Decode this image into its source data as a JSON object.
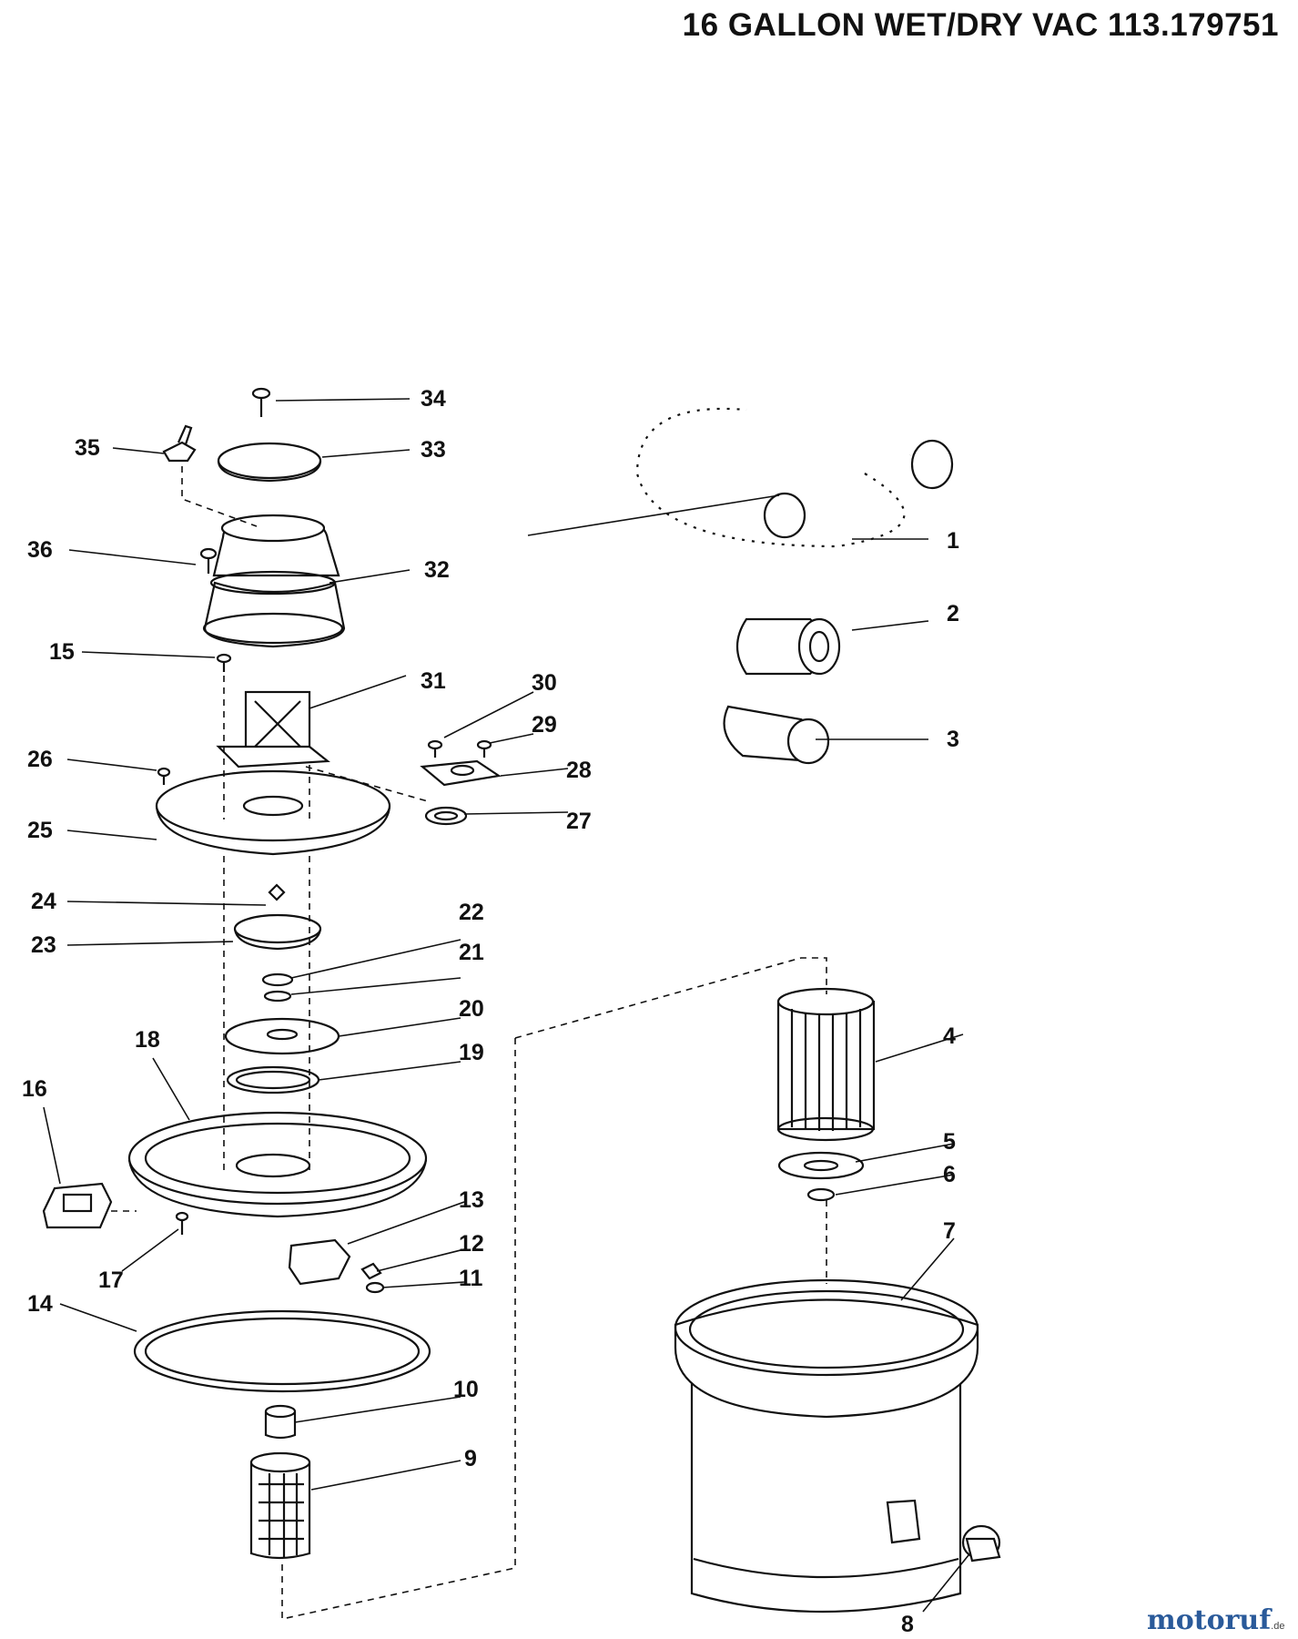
{
  "title": "16 GALLON WET/DRY VAC 113.179751",
  "watermark": {
    "brand": "motoruf",
    "tld": ".de"
  },
  "part_labels": [
    "1",
    "2",
    "3",
    "4",
    "5",
    "6",
    "7",
    "8",
    "9",
    "10",
    "11",
    "12",
    "13",
    "14",
    "15",
    "16",
    "17",
    "18",
    "19",
    "20",
    "21",
    "22",
    "23",
    "24",
    "25",
    "26",
    "27",
    "28",
    "29",
    "30",
    "31",
    "32",
    "33",
    "34",
    "35",
    "36"
  ]
}
